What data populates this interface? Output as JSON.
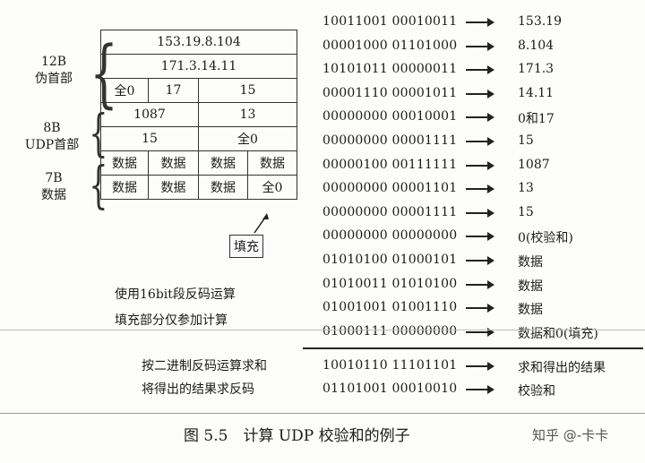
{
  "sections": {
    "pseudo": {
      "size": "12B",
      "name": "伪首部"
    },
    "udp": {
      "size": "8B",
      "name": "UDP首部"
    },
    "data": {
      "size": "7B",
      "name": "数据"
    }
  },
  "packet": {
    "ip_src": "153.19.8.104",
    "ip_dst": "171.3.14.11",
    "zero": "全0",
    "protocol": "17",
    "udp_len_pseudo": "15",
    "src_port": "1087",
    "dst_port": "13",
    "udp_len": "15",
    "checksum": "全0",
    "data_cell": "数据",
    "pad": "全0"
  },
  "fill_label": "填充",
  "notes": {
    "n1": "使用16bit段反码运算",
    "n2": "填充部分仅参加计算",
    "n3": "按二进制反码运算求和",
    "n4": "将得出的结果求反码"
  },
  "rows": [
    {
      "bits": "10011001 00010011",
      "res": "153.19"
    },
    {
      "bits": "00001000 01101000",
      "res": "8.104"
    },
    {
      "bits": "10101011 00000011",
      "res": "171.3"
    },
    {
      "bits": "00001110 00001011",
      "res": "14.11"
    },
    {
      "bits": "00000000 00010001",
      "res": "0和17"
    },
    {
      "bits": "00000000 00001111",
      "res": "15"
    },
    {
      "bits": "00000100 00111111",
      "res": "1087"
    },
    {
      "bits": "00000000 00001101",
      "res": "13"
    },
    {
      "bits": "00000000 00001111",
      "res": "15"
    },
    {
      "bits": "00000000 00000000",
      "res": "0(校验和)"
    },
    {
      "bits": "01010100 01000101",
      "res": "数据"
    },
    {
      "bits": "01010011 01010100",
      "res": "数据"
    },
    {
      "bits": "01001001 01001110",
      "res": "数据"
    },
    {
      "bits": "01000111 00000000",
      "res": "数据和0(填充)"
    }
  ],
  "sum_row": {
    "bits": "10010110 11101101",
    "res": "求和得出的结果"
  },
  "checksum_row": {
    "bits": "01101001 00010010",
    "res": "校验和"
  },
  "caption": "图 5.5　计算 UDP 校验和的例子",
  "watermark": "知乎 @-卡卡"
}
